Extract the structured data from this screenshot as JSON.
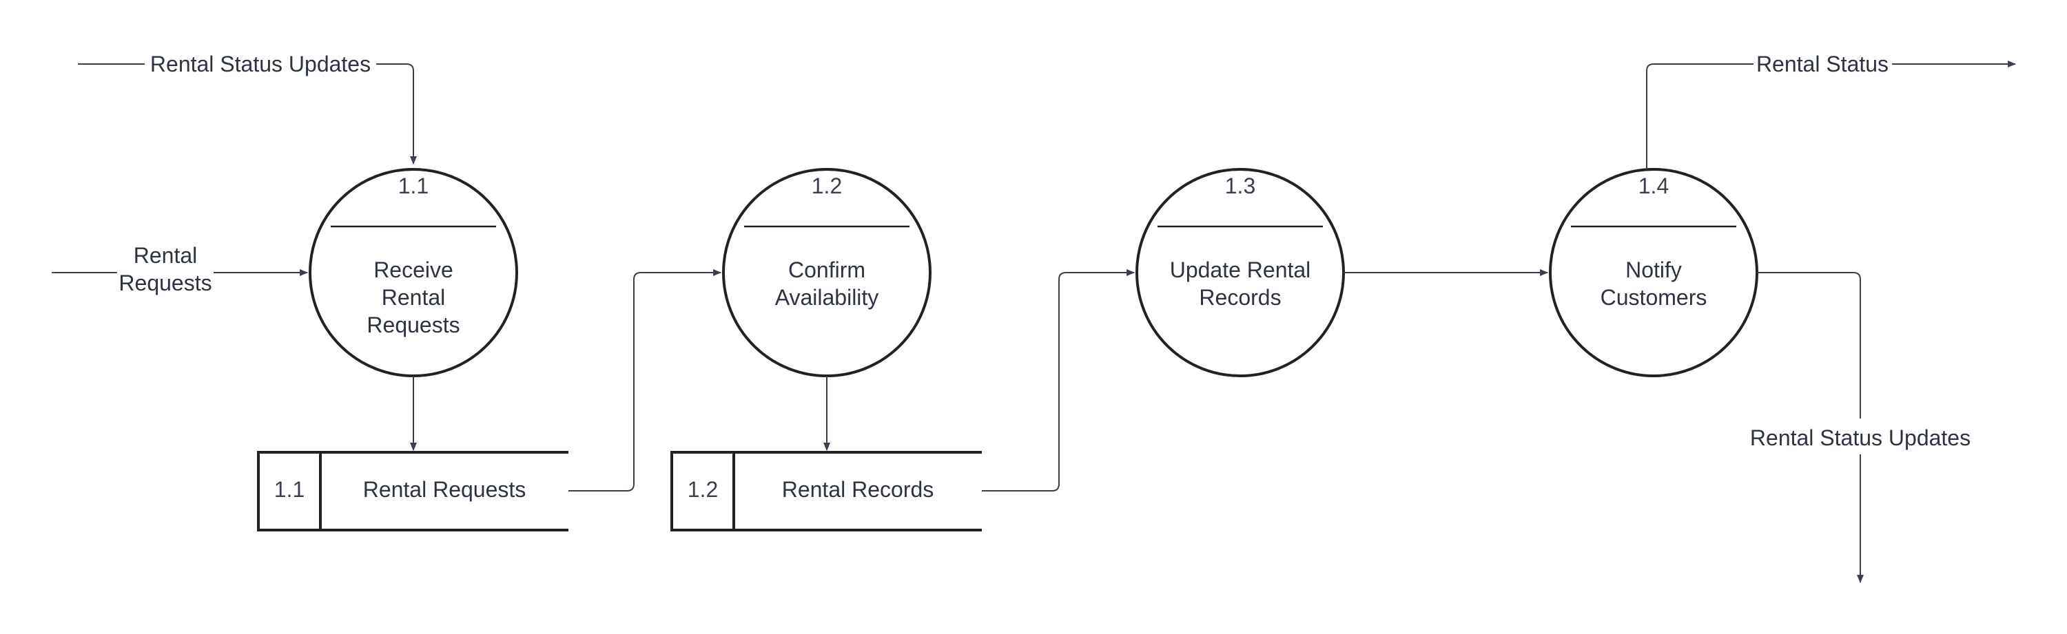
{
  "processes": [
    {
      "id": "1.1",
      "label": [
        "Receive",
        "Rental",
        "Requests"
      ]
    },
    {
      "id": "1.2",
      "label": [
        "Confirm",
        "Availability"
      ]
    },
    {
      "id": "1.3",
      "label": [
        "Update Rental",
        "Records"
      ]
    },
    {
      "id": "1.4",
      "label": [
        "Notify",
        "Customers"
      ]
    }
  ],
  "data_stores": [
    {
      "id": "1.1",
      "label": "Rental Requests"
    },
    {
      "id": "1.2",
      "label": "Rental Records"
    }
  ],
  "flows": {
    "status_updates_in": "Rental Status Updates",
    "rental_requests_in": [
      "Rental",
      "Requests"
    ],
    "rental_status_out": "Rental Status",
    "status_updates_out": "Rental Status Updates"
  }
}
